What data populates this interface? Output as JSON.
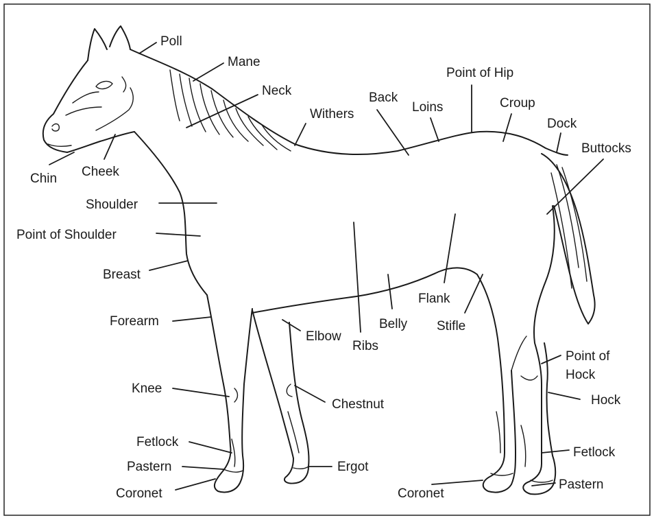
{
  "labels": {
    "poll": "Poll",
    "mane": "Mane",
    "neck": "Neck",
    "withers": "Withers",
    "back": "Back",
    "loins": "Loins",
    "point_of_hip": "Point of Hip",
    "croup": "Croup",
    "dock": "Dock",
    "buttocks": "Buttocks",
    "chin": "Chin",
    "cheek": "Cheek",
    "shoulder": "Shoulder",
    "point_of_shoulder": "Point of Shoulder",
    "breast": "Breast",
    "forearm": "Forearm",
    "elbow": "Elbow",
    "ribs": "Ribs",
    "belly": "Belly",
    "flank": "Flank",
    "stifle": "Stifle",
    "point_of_hock_line1": "Point of",
    "point_of_hock_line2": "Hock",
    "hock": "Hock",
    "knee": "Knee",
    "chestnut": "Chestnut",
    "fetlock_front": "Fetlock",
    "pastern_front": "Pastern",
    "coronet_front": "Coronet",
    "ergot": "Ergot",
    "coronet_hind": "Coronet",
    "fetlock_hind": "Fetlock",
    "pastern_hind": "Pastern"
  }
}
